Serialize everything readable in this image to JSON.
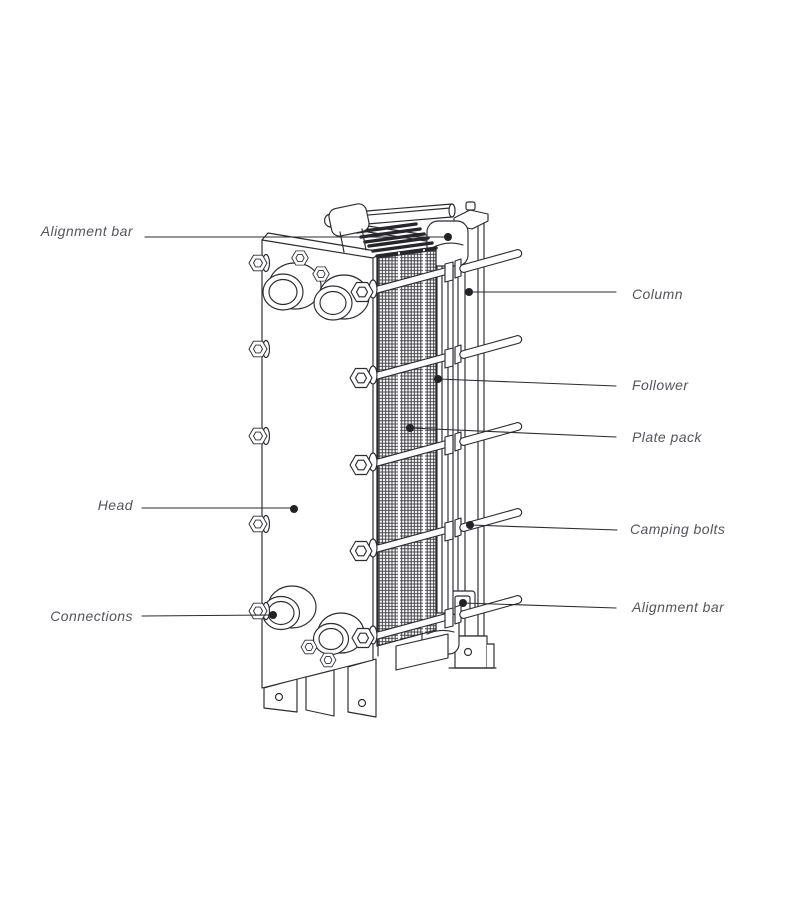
{
  "figure": {
    "title": "Plate heat exchanger parts diagram",
    "type": "labeled-technical-illustration",
    "colors": {
      "background": "#ffffff",
      "line_art": "#2b2b30",
      "label_text": "#54545c",
      "callout_dot": "#232327",
      "plate_pack_fill": "#3b3b42"
    },
    "labels": {
      "alignment_bar_top": "Alignment bar",
      "head": "Head",
      "connections": "Connections",
      "column": "Column",
      "follower": "Follower",
      "plate_pack": "Plate pack",
      "camping_bolts": "Camping bolts",
      "alignment_bar_bottom": "Alignment bar"
    },
    "parts_depicted": [
      "carrying-alignment-bar",
      "head-plate",
      "connection-ports",
      "plate-pack",
      "follower-plate",
      "support-column",
      "clamping-bolts",
      "bottom-alignment-bar"
    ]
  }
}
